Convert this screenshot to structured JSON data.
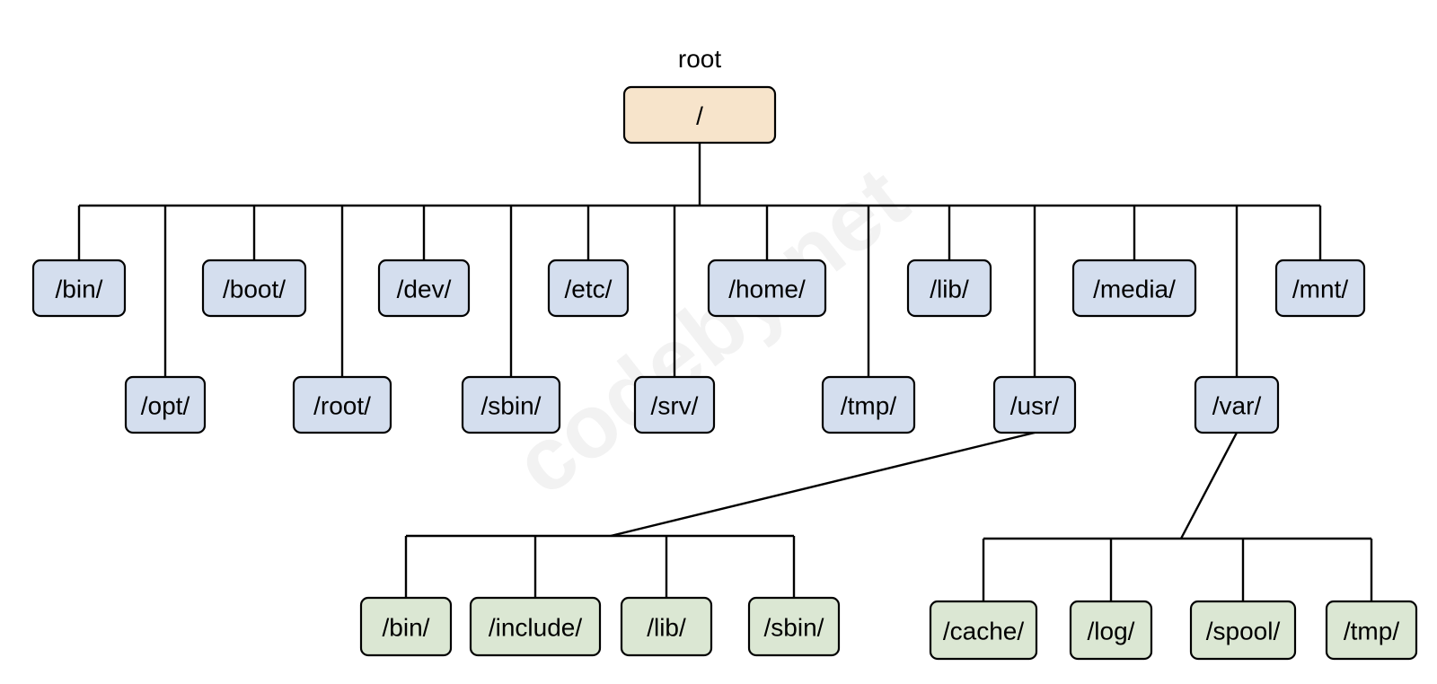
{
  "watermark": "codeby.net",
  "colors": {
    "root_fill": "#f7e4cb",
    "top_level_fill": "#d4deee",
    "sub_level_fill": "#dbe7d3",
    "stroke": "#000000"
  },
  "tree": {
    "root_caption": "root",
    "root": {
      "label": "/",
      "children": [
        {
          "label": "/bin/"
        },
        {
          "label": "/opt/"
        },
        {
          "label": "/boot/"
        },
        {
          "label": "/root/"
        },
        {
          "label": "/dev/"
        },
        {
          "label": "/sbin/"
        },
        {
          "label": "/etc/"
        },
        {
          "label": "/srv/"
        },
        {
          "label": "/home/"
        },
        {
          "label": "/tmp/"
        },
        {
          "label": "/lib/"
        },
        {
          "label": "/usr/",
          "children": [
            {
              "label": "/bin/"
            },
            {
              "label": "/include/"
            },
            {
              "label": "/lib/"
            },
            {
              "label": "/sbin/"
            }
          ]
        },
        {
          "label": "/media/"
        },
        {
          "label": "/var/",
          "children": [
            {
              "label": "/cache/"
            },
            {
              "label": "/log/"
            },
            {
              "label": "/spool/"
            },
            {
              "label": "/tmp/"
            }
          ]
        },
        {
          "label": "/mnt/"
        }
      ]
    }
  }
}
